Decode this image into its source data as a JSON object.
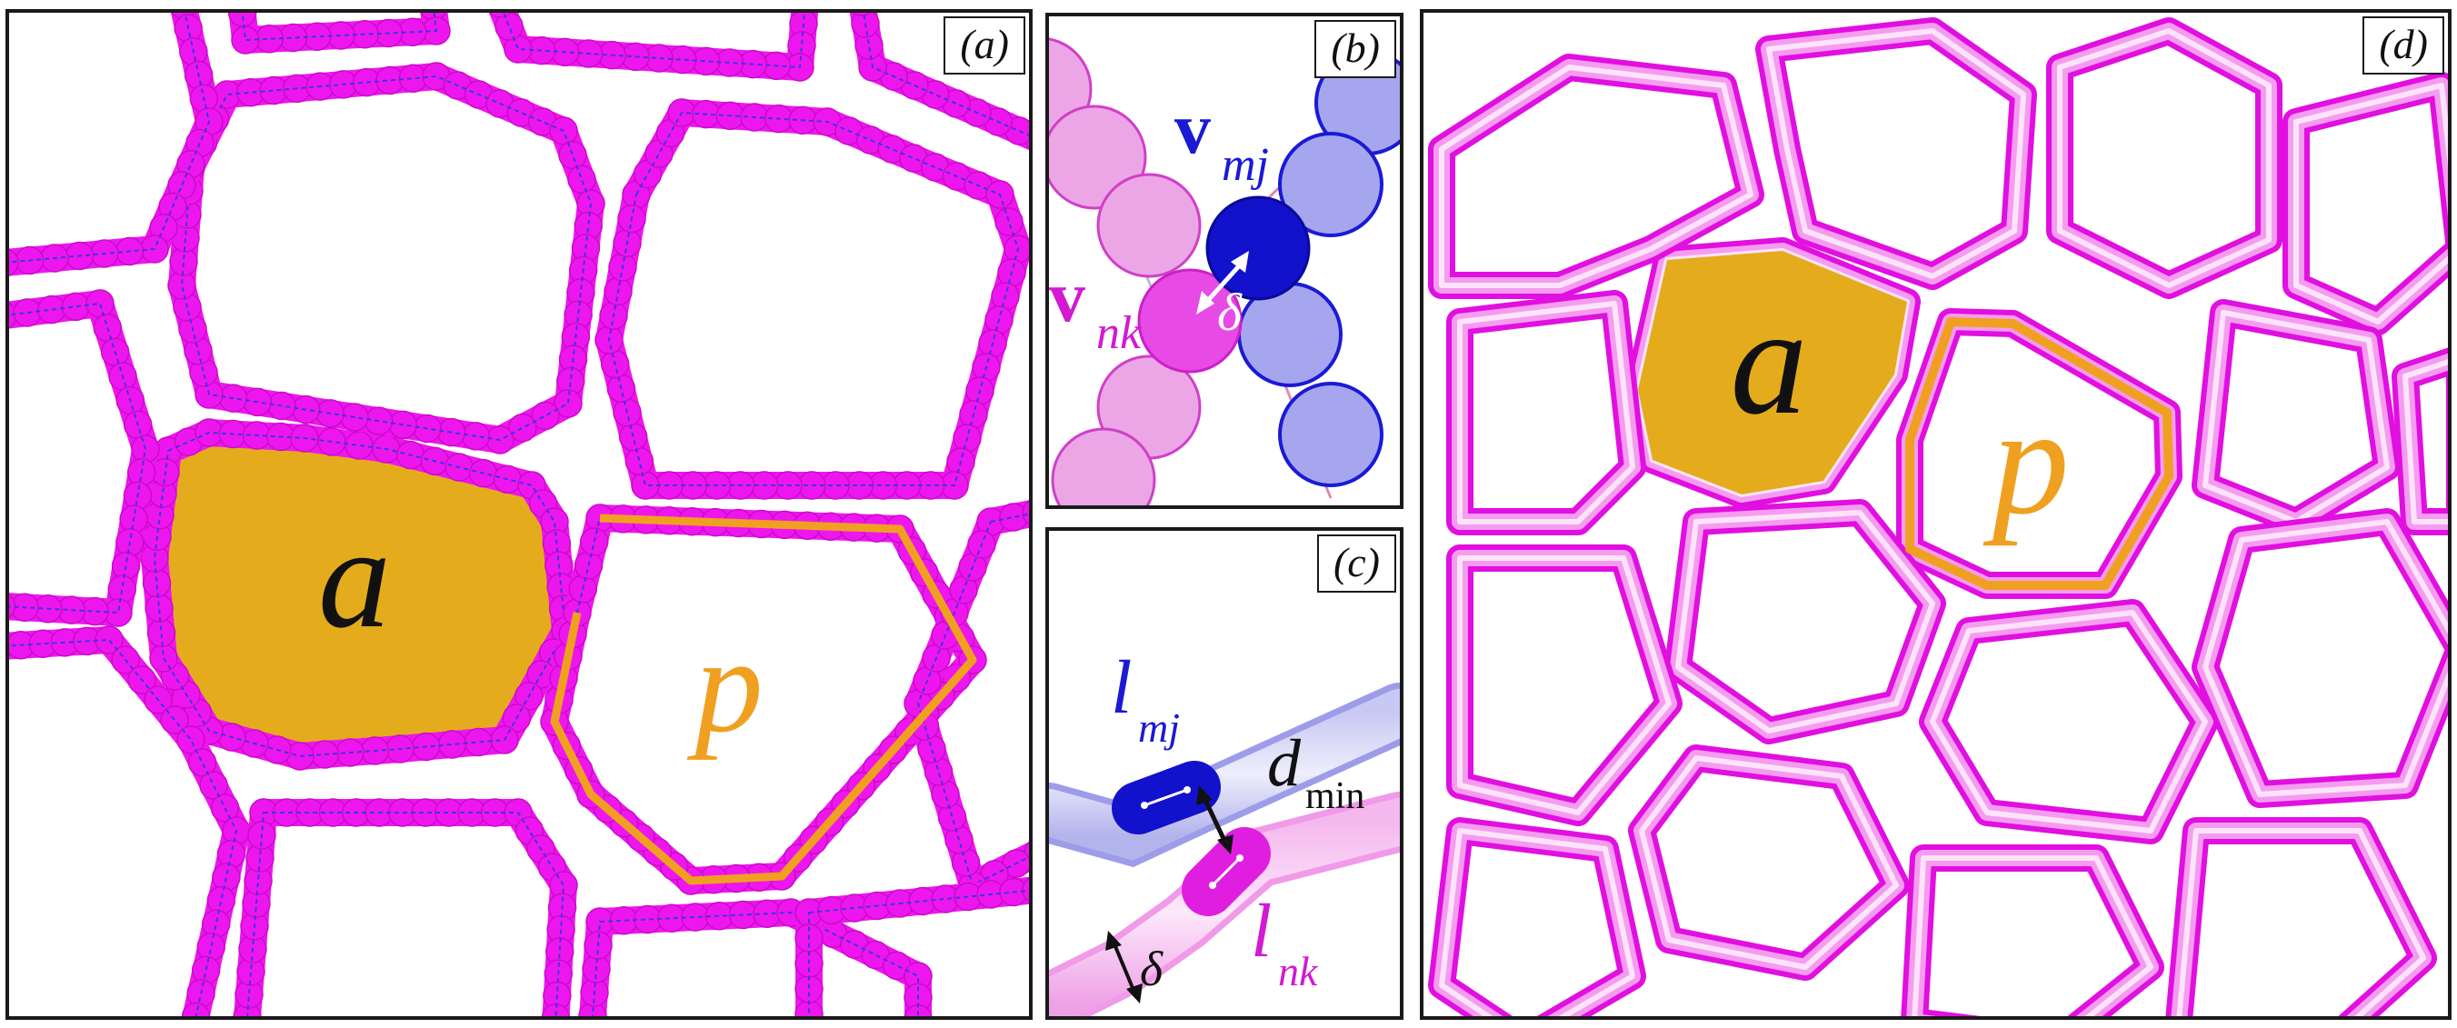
{
  "panels": {
    "a": {
      "tag": "(a)",
      "label_a": "a",
      "label_p": "p"
    },
    "b": {
      "tag": "(b)",
      "v_mj_main": "v",
      "v_mj_sub": "mj",
      "v_nk_main": "v",
      "v_nk_sub": "nk",
      "delta": "δ"
    },
    "c": {
      "tag": "(c)",
      "l_mj_main": "l",
      "l_mj_sub": "mj",
      "l_nk_main": "l",
      "l_nk_sub": "nk",
      "d_main": "d",
      "d_sub": "min",
      "delta": "δ"
    },
    "d": {
      "tag": "(d)",
      "label_a": "a",
      "label_p": "p"
    }
  },
  "colors": {
    "magenta": "#ee16ee",
    "magenta_light": "#f7a6f2",
    "blue": "#1a1ad6",
    "blue_light": "#a6a6ef",
    "gold": "#e4ac1c",
    "orange": "#f0a020",
    "pink_particle": "#eca6e6",
    "frame": "#1a1a1a"
  }
}
